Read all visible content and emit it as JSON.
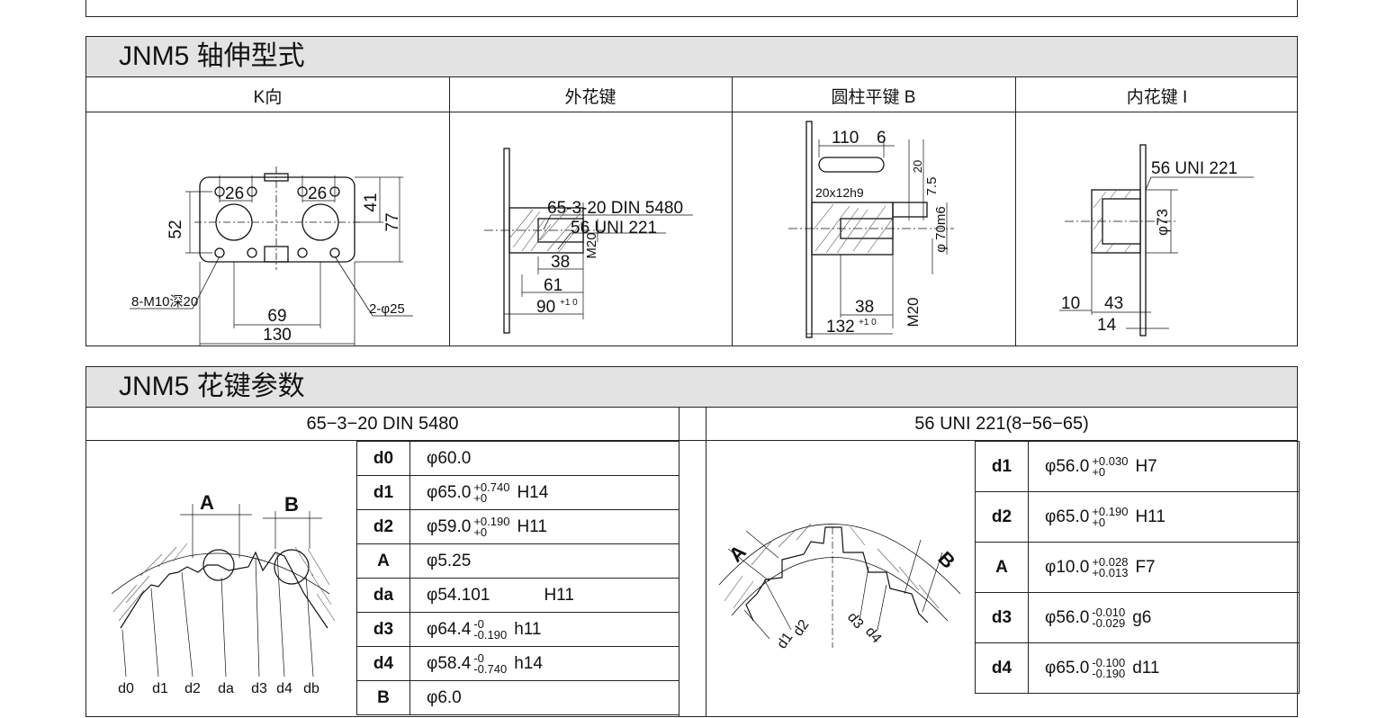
{
  "section1": {
    "title": "JNM5 轴伸型式",
    "columns": [
      "K向",
      "外花键",
      "圆柱平键 B",
      "内花键 I"
    ],
    "k_view": {
      "d26a": "26",
      "d26b": "26",
      "d52": "52",
      "d41": "41",
      "d77": "77",
      "d69": "69",
      "d130": "130",
      "holes": "8-M10深20",
      "bore": "2-φ25"
    },
    "ext_spline": {
      "spec": "65-3-20 DIN 5480",
      "uni": "56 UNI 221",
      "d38": "38",
      "m20": "M20",
      "d61": "61",
      "d90": "90",
      "tol90": "+1 0"
    },
    "flat_key": {
      "d110": "110",
      "d6": "6",
      "d20": "20",
      "d75": "7.5",
      "key": "20x12h9",
      "dia": "φ 70m6",
      "d38": "38",
      "d132": "132",
      "tol132": "+1 0",
      "m20": "M20"
    },
    "int_spline": {
      "uni": "56 UNI 221",
      "dia": "φ73",
      "d10": "10",
      "d43": "43",
      "d14": "14"
    }
  },
  "section2": {
    "title": "JNM5 花键参数",
    "left_title": "65−3−20 DIN 5480",
    "right_title": "56 UNI 221(8−56−65)",
    "left_labels": [
      "d0",
      "d1",
      "d2",
      "da",
      "d3",
      "d4",
      "db"
    ],
    "left_marks": {
      "a": "A",
      "b": "B"
    },
    "right_marks": {
      "a": "A",
      "b": "B",
      "d1": "d1",
      "d2": "d2",
      "d3": "d3",
      "d4": "d4"
    },
    "left_rows": [
      {
        "k": "d0",
        "v": "φ60.0",
        "up": "",
        "lo": "",
        "g": ""
      },
      {
        "k": "d1",
        "v": "φ65.0",
        "up": "+0.740",
        "lo": "+0",
        "g": "H14"
      },
      {
        "k": "d2",
        "v": "φ59.0",
        "up": "+0.190",
        "lo": "+0",
        "g": "H11"
      },
      {
        "k": "A",
        "v": "φ5.25",
        "up": "",
        "lo": "",
        "g": ""
      },
      {
        "k": "da",
        "v": "φ54.101",
        "up": "",
        "lo": "",
        "g": "H11"
      },
      {
        "k": "d3",
        "v": "φ64.4",
        "up": "-0",
        "lo": "-0.190",
        "g": "h11"
      },
      {
        "k": "d4",
        "v": "φ58.4",
        "up": "-0",
        "lo": "-0.740",
        "g": "h14"
      },
      {
        "k": "B",
        "v": "φ6.0",
        "up": "",
        "lo": "",
        "g": ""
      }
    ],
    "right_rows": [
      {
        "k": "d1",
        "v": "φ56.0",
        "up": "+0.030",
        "lo": "+0",
        "g": "H7"
      },
      {
        "k": "d2",
        "v": "φ65.0",
        "up": "+0.190",
        "lo": "+0",
        "g": "H11"
      },
      {
        "k": "A",
        "v": "φ10.0",
        "up": "+0.028",
        "lo": "+0.013",
        "g": "F7"
      },
      {
        "k": "d3",
        "v": "φ56.0",
        "up": "-0.010",
        "lo": "-0.029",
        "g": "g6"
      },
      {
        "k": "d4",
        "v": "φ65.0",
        "up": "-0.100",
        "lo": "-0.190",
        "g": "d11"
      }
    ]
  }
}
